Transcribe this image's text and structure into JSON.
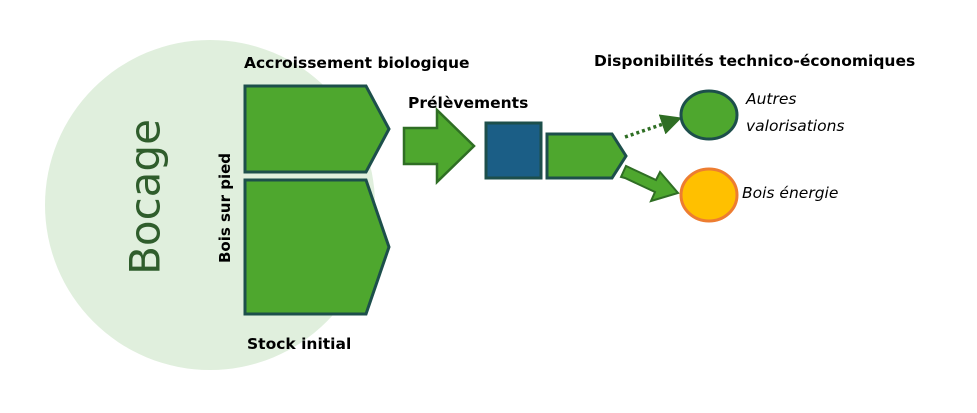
{
  "labels": {
    "bocage": "Bocage",
    "bois_sur_pied": "Bois sur pied",
    "accroissement": "Accroissement biologique",
    "stock_initial": "Stock initial",
    "prelevements": "Prélèvements",
    "disponibilites": "Disponibilités technico-économiques",
    "autres_line1": "Autres",
    "autres_line2": "valorisations",
    "bois_energie": "Bois énergie"
  },
  "colors": {
    "circle_fill": "#e0efdd",
    "green_fill": "#4ea72e",
    "dark_border": "#1d4f4b",
    "blue_square": "#1b5e86",
    "arrow_green": "#4ea72e",
    "arrow_border": "#2f6e24",
    "dotted_arrow": "#2f6e24",
    "bois_energie_fill": "#ffc000",
    "bois_energie_border": "#ed7d31",
    "autres_fill": "#4ea72e",
    "autres_border": "#1d4f4b"
  }
}
